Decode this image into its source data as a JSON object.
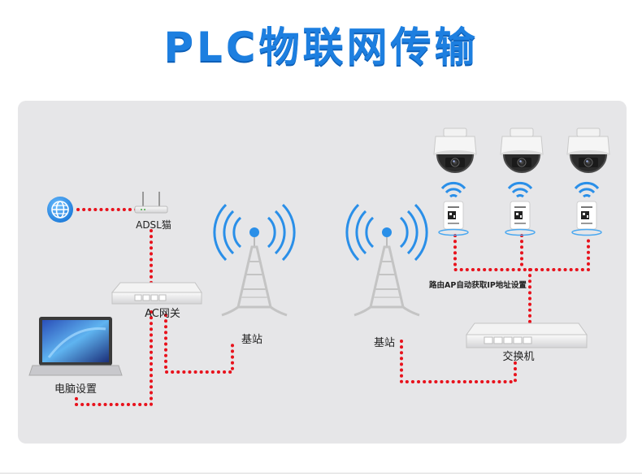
{
  "title": "PLC物联网传输",
  "labels": {
    "adsl": "ADSL猫",
    "ac_gateway": "AC网关",
    "computer": "电脑设置",
    "base_station_left": "基站",
    "base_station_right": "基站",
    "switch": "交换机",
    "router_note": "路由AP自动获取IP地址设置"
  },
  "icons": {
    "internet": "globe-icon",
    "modem": "router-icon",
    "gateway": "gateway-icon",
    "laptop": "laptop-icon",
    "tower": "antenna-tower-icon",
    "camera": "dome-camera-icon",
    "bridge": "wireless-bridge-icon",
    "switch": "switch-icon"
  },
  "colors": {
    "title": "#1d7fe0",
    "link": "#e8121c",
    "panel": "#e6e6e8",
    "wifi": "#2a8fe8"
  }
}
